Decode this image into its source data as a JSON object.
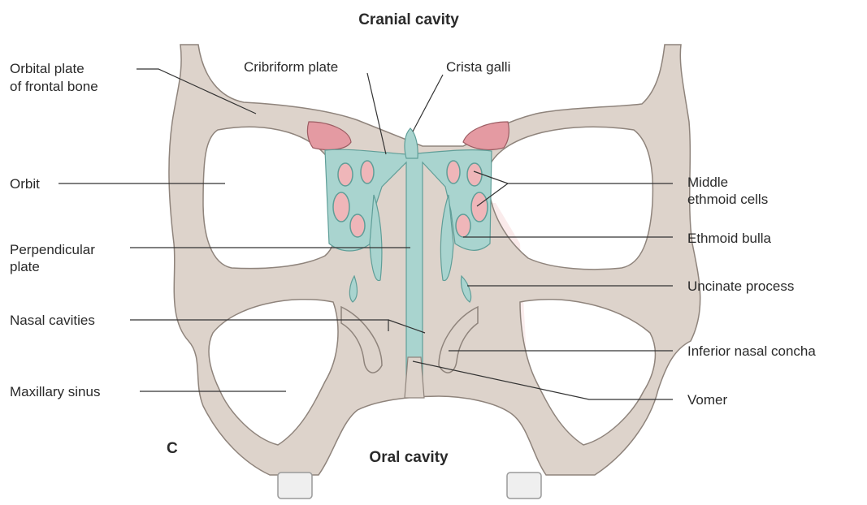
{
  "figure": {
    "panel_letter": "C",
    "colors": {
      "bone": "#ddd3cb",
      "bone_stroke": "#8f847c",
      "ethmoid": "#a9d4cf",
      "ethmoid_stroke": "#5f9e98",
      "pink_tissue": "#e49aa2",
      "nasal_cavity_tint": "#f7dede",
      "leader_line": "#333333",
      "tooth": "#efefef"
    },
    "labels": {
      "cranial_cavity": "Cranial cavity",
      "oral_cavity": "Oral cavity",
      "orbital_plate_line1": "Orbital plate",
      "orbital_plate_line2": "of frontal bone",
      "cribriform_plate": "Cribriform plate",
      "crista_galli": "Crista galli",
      "orbit": "Orbit",
      "perpendicular_plate_line1": "Perpendicular",
      "perpendicular_plate_line2": "plate",
      "nasal_cavities": "Nasal cavities",
      "maxillary_sinus": "Maxillary sinus",
      "middle_ethmoid_line1": "Middle",
      "middle_ethmoid_line2": "ethmoid cells",
      "ethmoid_bulla": "Ethmoid bulla",
      "uncinate_process": "Uncinate process",
      "inferior_nasal_concha": "Inferior nasal concha",
      "vomer": "Vomer"
    }
  }
}
